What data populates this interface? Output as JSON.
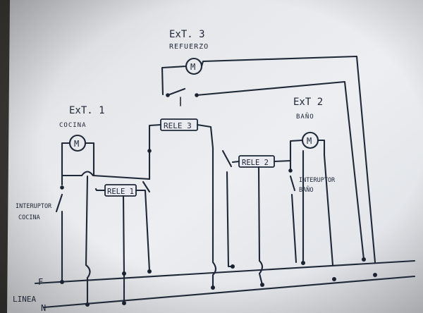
{
  "diagram": {
    "fan_3": {
      "title": "ExT. 3",
      "subtitle": "REFUERZO",
      "motor": "M",
      "relay": "RELE 3"
    },
    "fan_1": {
      "title": "ExT. 1",
      "subtitle": "COCINA",
      "motor": "M",
      "relay": "RELE 1",
      "switch": [
        "INTERUPTOR",
        "COCINA"
      ]
    },
    "fan_2": {
      "title": "ExT 2",
      "subtitle": "BAÑO",
      "motor": "M",
      "relay": "RELE 2",
      "switch": [
        "INTERUPTOR",
        "BAÑO"
      ]
    },
    "supply": {
      "line": "LINEA",
      "phase": "F",
      "neutral": "N"
    }
  }
}
